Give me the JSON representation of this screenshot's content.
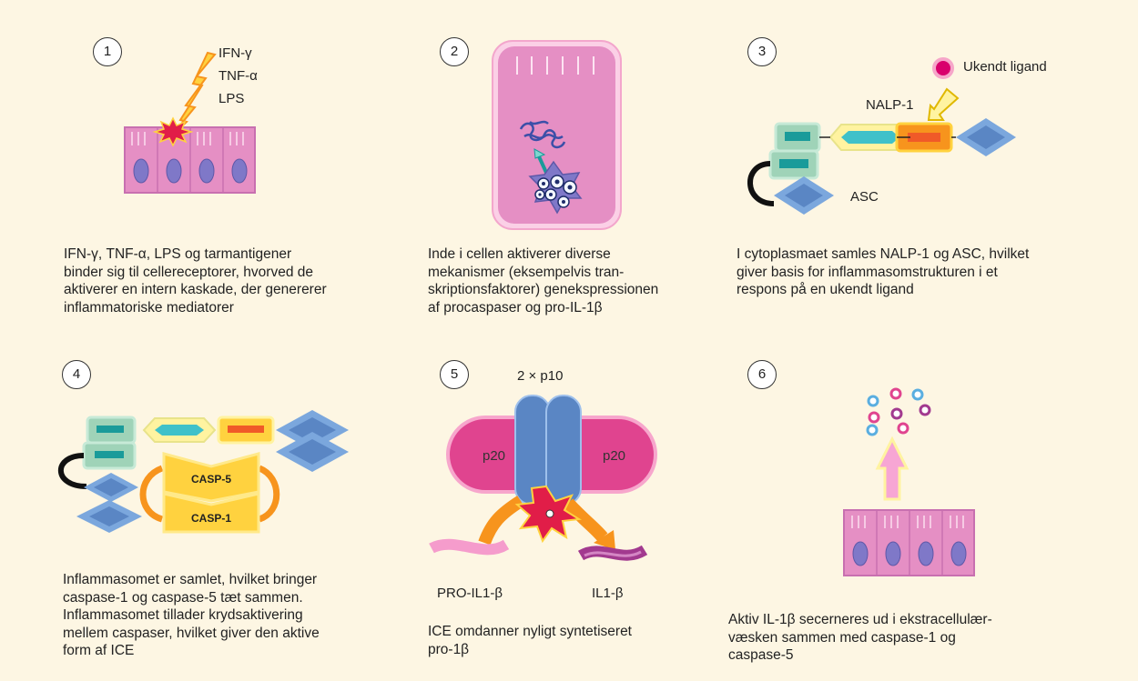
{
  "panels": [
    {
      "number": "1",
      "labels": [
        "IFN-γ",
        "TNF-α",
        "LPS"
      ],
      "caption": "IFN-γ, TNF-α, LPS og tarmantigener\nbinder sig til cellereceptorer, hvorved de\naktiverer en intern kaskade, der genererer\ninflammatoriske mediatorer"
    },
    {
      "number": "2",
      "caption": "Inde i cellen aktiverer diverse\nmekanismer (eksempelvis tran-\nskriptionsfaktorer) genekspressionen\naf procaspaser og pro-IL-1β"
    },
    {
      "number": "3",
      "labels": {
        "ligand": "Ukendt ligand",
        "nalp": "NALP-1",
        "asc": "ASC"
      },
      "caption": "I cytoplasmaet samles NALP-1 og ASC, hvilket\ngiver basis for inflammasomstrukturen i et\nrespons på en ukendt ligand"
    },
    {
      "number": "4",
      "labels": {
        "casp5": "CASP-5",
        "casp1": "CASP-1"
      },
      "caption": "Inflammasomet er samlet, hvilket bringer\ncaspase-1 og caspase-5 tæt sammen.\nInflammasomet tillader krydsaktivering\nmellem caspaser, hvilket giver den aktive\nform af ICE"
    },
    {
      "number": "5",
      "labels": {
        "top": "2 × p10",
        "left": "p20",
        "right": "p20",
        "pro": "PRO-IL1-β",
        "il": "IL1-β"
      },
      "caption": "ICE omdanner nyligt syntetiseret\npro-1β"
    },
    {
      "number": "6",
      "caption": "Aktiv IL-1β secerneres ud i ekstracellulær-\nvæsken sammen med caspase-1 og\ncaspase-5"
    }
  ],
  "colors": {
    "background": "#fdf6e3",
    "cell_pink": "#e58fc4",
    "cell_border": "#c870b0",
    "nucleus": "#7f78c8",
    "nalp_orange": "#f7941d",
    "asc_blue": "#7ba7dd",
    "pyd_green": "#9fd3b8",
    "teal": "#1a9b9a",
    "casp_yellow": "#ffd23f",
    "p20_magenta": "#e0448f",
    "p10_blue": "#5a86c4"
  }
}
